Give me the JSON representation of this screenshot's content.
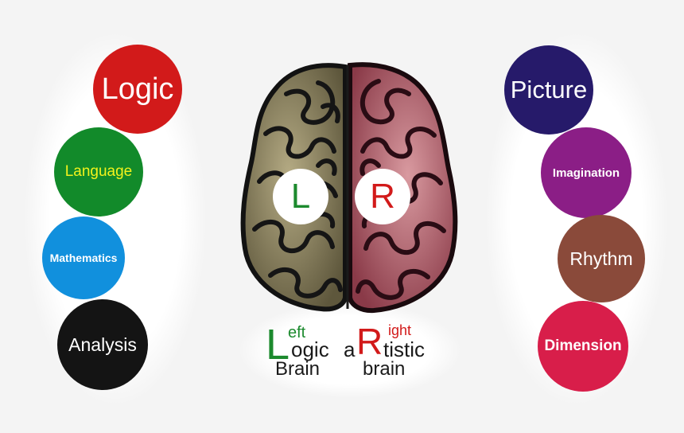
{
  "left_bubbles": [
    {
      "label": "Logic",
      "bg": "#d21a1a",
      "fg": "#ffffff"
    },
    {
      "label": "Language",
      "bg": "#128a2a",
      "fg": "#f2f21c"
    },
    {
      "label": "Mathematics",
      "bg": "#1190dd",
      "fg": "#ffffff"
    },
    {
      "label": "Analysis",
      "bg": "#141414",
      "fg": "#ffffff"
    }
  ],
  "right_bubbles": [
    {
      "label": "Picture",
      "bg": "#261a6a",
      "fg": "#ffffff"
    },
    {
      "label": "Imagination",
      "bg": "#8b1e86",
      "fg": "#ffffff"
    },
    {
      "label": "Rhythm",
      "bg": "#8a4a3a",
      "fg": "#ffffff"
    },
    {
      "label": "Dimension",
      "bg": "#d81e4a",
      "fg": "#ffffff"
    }
  ],
  "brain": {
    "left_letter": "L",
    "right_letter": "R",
    "left_letter_color": "#1c8a2e",
    "right_letter_color": "#d21a1a"
  },
  "captions": {
    "left": {
      "big": "L",
      "sup": "eft",
      "rest1": "ogic",
      "rest2": "Brain"
    },
    "right": {
      "pre": "a",
      "big": "R",
      "sup": "ight",
      "rest1": "tistic",
      "rest2": "brain"
    }
  }
}
